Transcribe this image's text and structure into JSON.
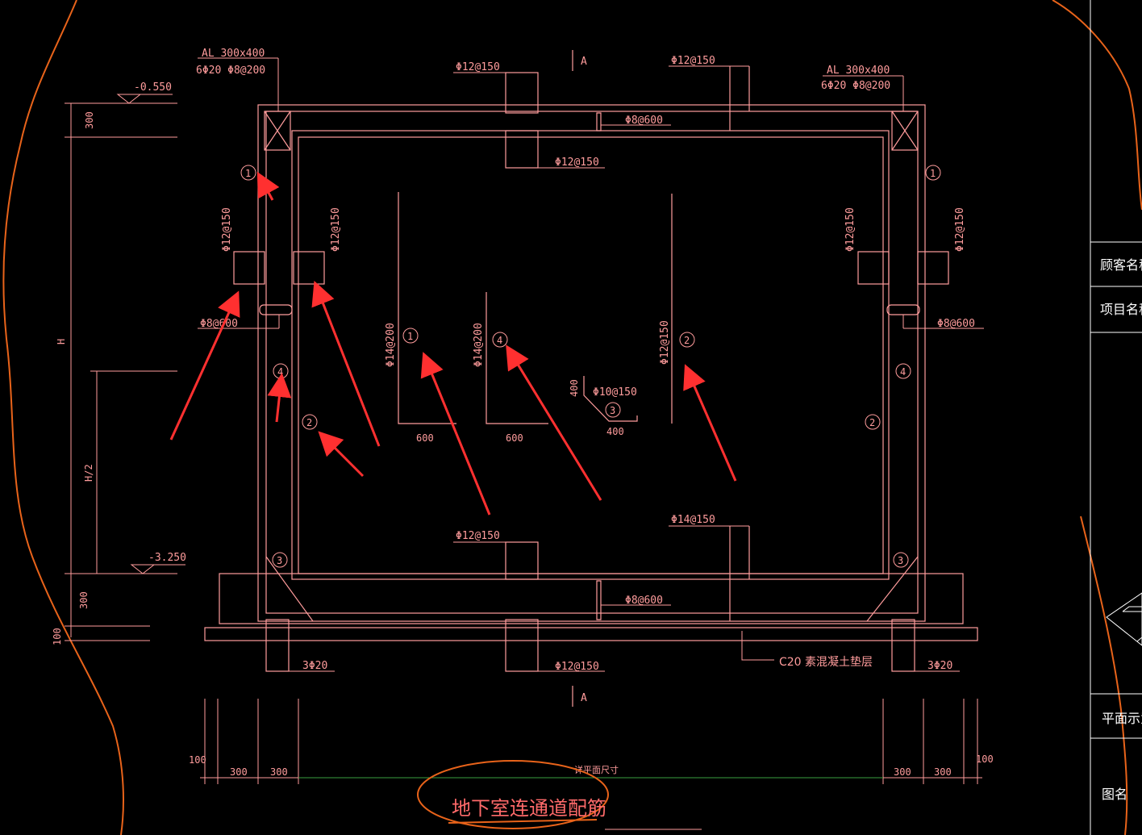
{
  "drawing": {
    "section_mark_top": "A",
    "section_mark_bottom": "A",
    "beam_left": {
      "size": "AL 300x400",
      "rebar": "6Φ20 Φ8@200"
    },
    "beam_right": {
      "size": "AL 300x400",
      "rebar": "6Φ20 Φ8@200"
    },
    "elevation_top": "-0.550",
    "elevation_bottom": "-3.250",
    "dim_300_top": "300",
    "dim_H": "H",
    "dim_H2": "H/2",
    "dim_300_bottom": "300",
    "dim_100": "100",
    "top_slab_rebar_1": "Φ12@150",
    "top_slab_rebar_2": "Φ12@150",
    "top_slab_rebar_3": "Φ12@150",
    "top_slab_tie": "Φ8@600",
    "wall_left_out": "Φ12@150",
    "wall_left_in": "Φ12@150",
    "wall_right_in": "Φ12@150",
    "wall_right_out": "Φ12@150",
    "tie_left": "Φ8@600",
    "tie_right": "Φ8@600",
    "bar1_label": "Φ14@200",
    "bar4_label": "Φ14@200",
    "bar2_label": "Φ12@150",
    "bar3_label": "Φ10@150",
    "bar3_dim_v": "400",
    "bar3_dim_h": "400",
    "len_600_a": "600",
    "len_600_b": "600",
    "bottom_slab_rebar_1": "Φ12@150",
    "bottom_slab_rebar_2": "Φ14@150",
    "bottom_slab_tie": "Φ8@600",
    "bottom_bars_left": "3Φ20",
    "bottom_bars_right": "3Φ20",
    "bottom_rebar_out": "Φ12@150",
    "cushion": "C20 素混凝土垫层",
    "dim_bottom_100_left": "100",
    "dim_bottom_300_a": "300",
    "dim_bottom_300_b": "300",
    "dim_bottom_center": "详平面尺寸",
    "dim_bottom_300_c": "300",
    "dim_bottom_300_d": "300",
    "dim_bottom_100_right": "100",
    "markers": [
      "1",
      "2",
      "3",
      "4"
    ],
    "handwritten_title": "地下室连通道配筋"
  },
  "title_block": {
    "customer_label": "顾客名称",
    "project_label": "项目名称",
    "plan_label": "平面示意",
    "drawing_name_label": "图名"
  },
  "colors": {
    "background": "#000000",
    "cad_line": "#ff9c9c",
    "arrow": "#ff3030",
    "outline": "#e8631a",
    "green": "#3aa040"
  }
}
